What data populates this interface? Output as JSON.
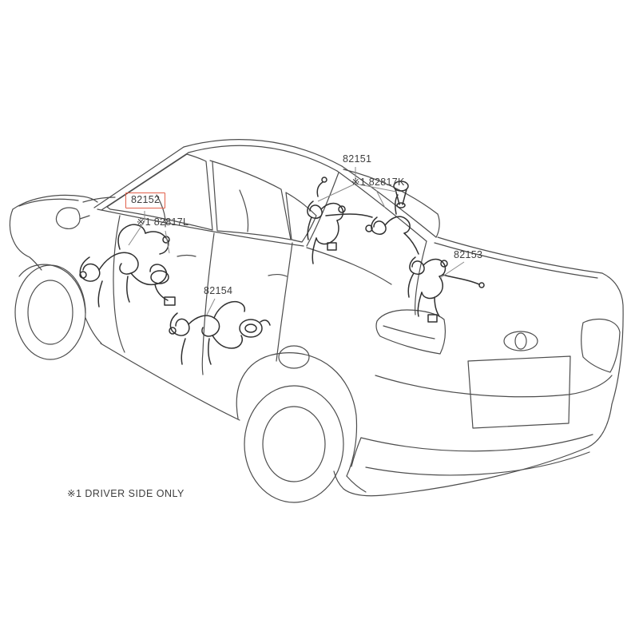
{
  "diagram": {
    "type": "vehicle-parts-line-diagram",
    "subject": "sedan rear three-quarter view with door and floor wiring harnesses",
    "note": "※1 DRIVER SIDE ONLY",
    "highlight_color": "#e2604a",
    "line_color": "#4d4d4d",
    "labels": [
      {
        "text": "82152",
        "highlighted": true
      },
      {
        "text": "※1 82817L",
        "highlighted": false
      },
      {
        "text": "82151",
        "highlighted": false
      },
      {
        "text": "※1 82817K",
        "highlighted": false
      },
      {
        "text": "82153",
        "highlighted": false
      },
      {
        "text": "82154",
        "highlighted": false
      }
    ]
  }
}
